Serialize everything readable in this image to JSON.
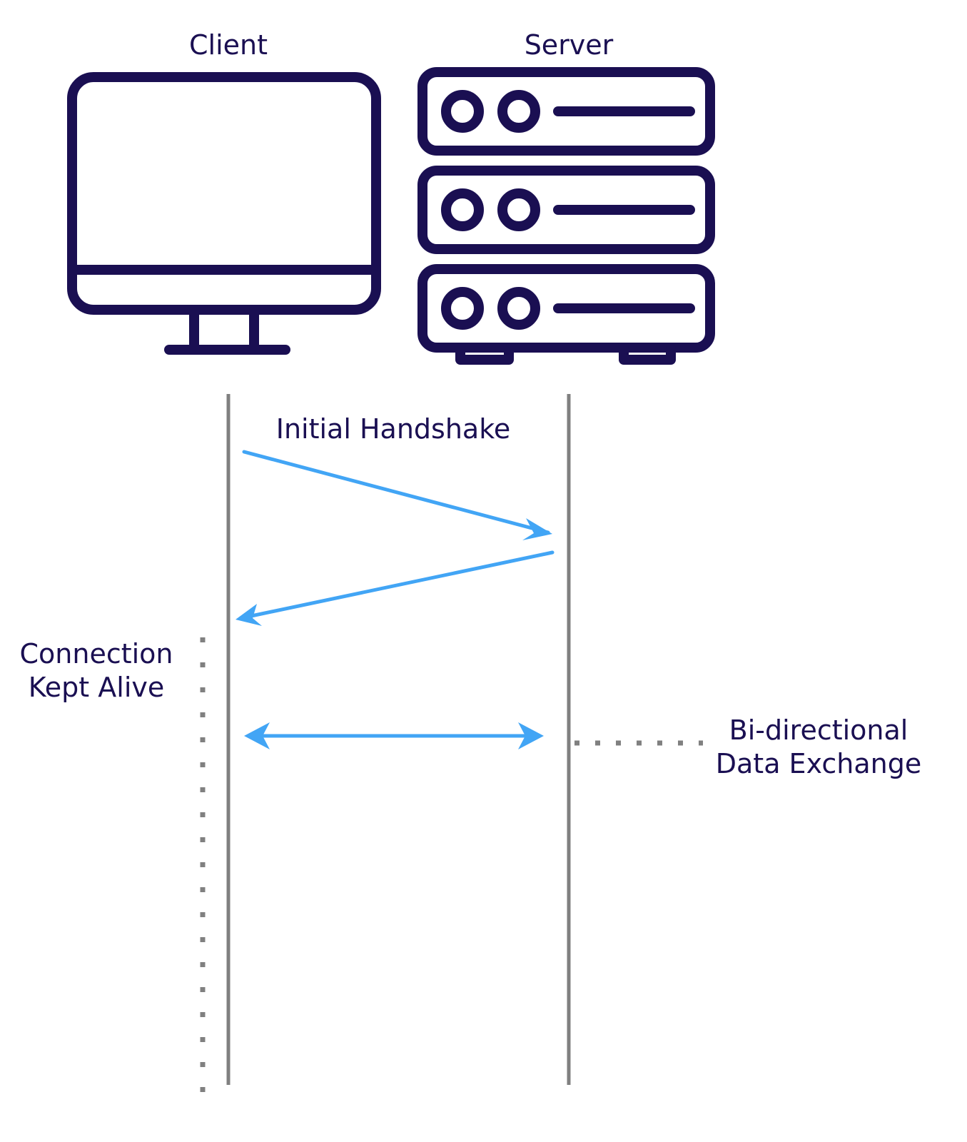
{
  "colors": {
    "icon_stroke": "#1a0f52",
    "lifeline": "#808080",
    "arrow": "#42a5f5",
    "dots": "#808080",
    "text": "#1a0f52"
  },
  "client": {
    "label": "Client",
    "icon": "monitor-icon"
  },
  "server": {
    "label": "Server",
    "icon": "server-rack-icon"
  },
  "messages": {
    "handshake_label": "Initial Handshake",
    "keep_alive_label_line1": "Connection",
    "keep_alive_label_line2": "Kept Alive",
    "exchange_label_line1": "Bi-directional",
    "exchange_label_line2": "Data Exchange"
  }
}
